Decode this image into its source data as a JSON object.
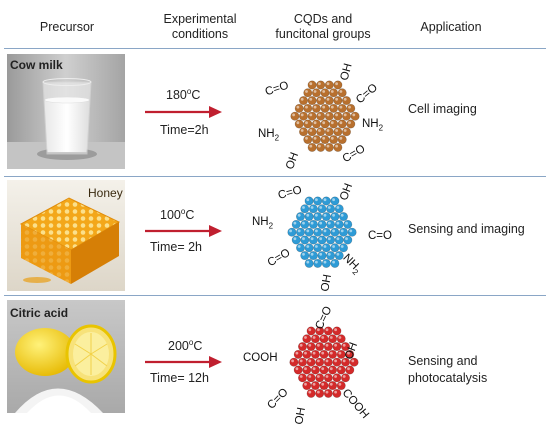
{
  "headers": {
    "precursor": "Precursor",
    "conditions_line1": "Experimental",
    "conditions_line2": "conditions",
    "cqds_line1": "CQDs and",
    "cqds_line2": "funcitonal groups",
    "application": "Application"
  },
  "rows": [
    {
      "precursor": "Cow milk",
      "temp_value": "180",
      "temp_sup": "o",
      "temp_unit": "C",
      "time": "Time=2h",
      "application_line1": "Cell imaging",
      "application_line2": "",
      "dot_color": "#b8702e",
      "groups": {
        "g1": "C=O",
        "g2": "OH",
        "g3": "C=O",
        "g4a": "NH",
        "g4b": "2",
        "g5a": "NH",
        "g5b": "2",
        "g6": "OH",
        "g7": "C=O"
      }
    },
    {
      "precursor": "Honey",
      "temp_value": "100",
      "temp_sup": "o",
      "temp_unit": "C",
      "time": "Time= 2h",
      "application_line1": "Sensing and imaging",
      "application_line2": "",
      "dot_color": "#2e9bd6",
      "groups": {
        "g1": "C=O",
        "g2": "OH",
        "g3a": "NH",
        "g3b": "2",
        "g4": "C=O",
        "g5": "C=O",
        "g6a": "NH",
        "g6b": "2",
        "g7": "OH"
      }
    },
    {
      "precursor": "Citric acid",
      "temp_value": "200",
      "temp_sup": "o",
      "temp_unit": "C",
      "time": "Time= 12h",
      "application_line1": "Sensing and",
      "application_line2": "photocatalysis",
      "dot_color": "#d42a2a",
      "groups": {
        "g1": "C=O",
        "g2": "COOH",
        "g3": "OH",
        "g4": "C=O",
        "g5": "OH",
        "g6": "COOH"
      }
    }
  ],
  "colors": {
    "divider": "#8aa6c6",
    "arrow": "#c01f2f"
  }
}
